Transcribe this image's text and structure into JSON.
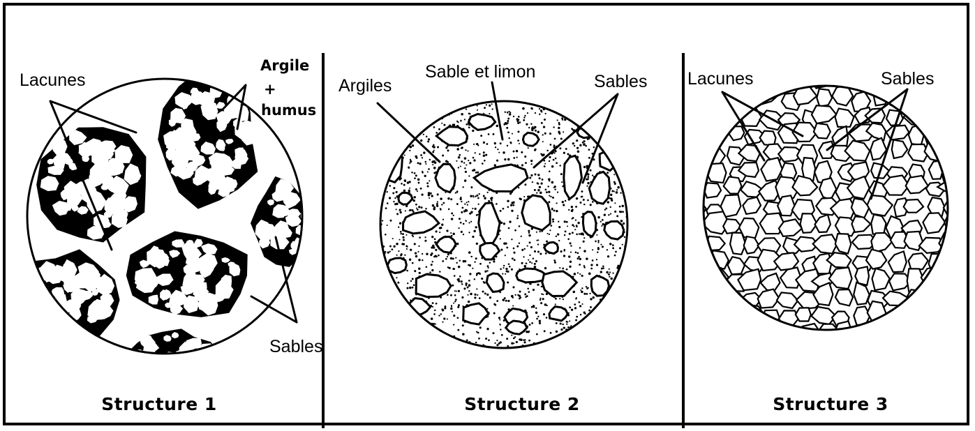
{
  "panels": [
    {
      "title": "Structure 1",
      "labels": {
        "lacunes": "Lacunes",
        "argile_line1": "Argile",
        "argile_plus": "+",
        "argile_line2": "humus",
        "sables": "Sables"
      }
    },
    {
      "title": "Structure 2",
      "labels": {
        "argiles": "Argiles",
        "sable_limon": "Sable et limon",
        "sables": "Sables"
      }
    },
    {
      "title": "Structure 3",
      "labels": {
        "lacunes": "Lacunes",
        "sables": "Sables"
      }
    }
  ],
  "colors": {
    "ink": "#000000",
    "paper": "#ffffff"
  }
}
